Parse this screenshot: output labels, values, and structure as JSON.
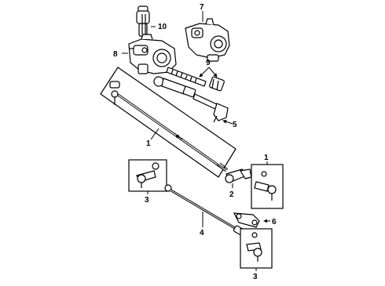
{
  "callouts": {
    "c1a": "1",
    "c1b": "1",
    "c2": "2",
    "c3a": "3",
    "c3b": "3",
    "c4": "4",
    "c5": "5",
    "c6": "6",
    "c7": "7",
    "c8": "8",
    "c9": "9",
    "c10": "10"
  }
}
